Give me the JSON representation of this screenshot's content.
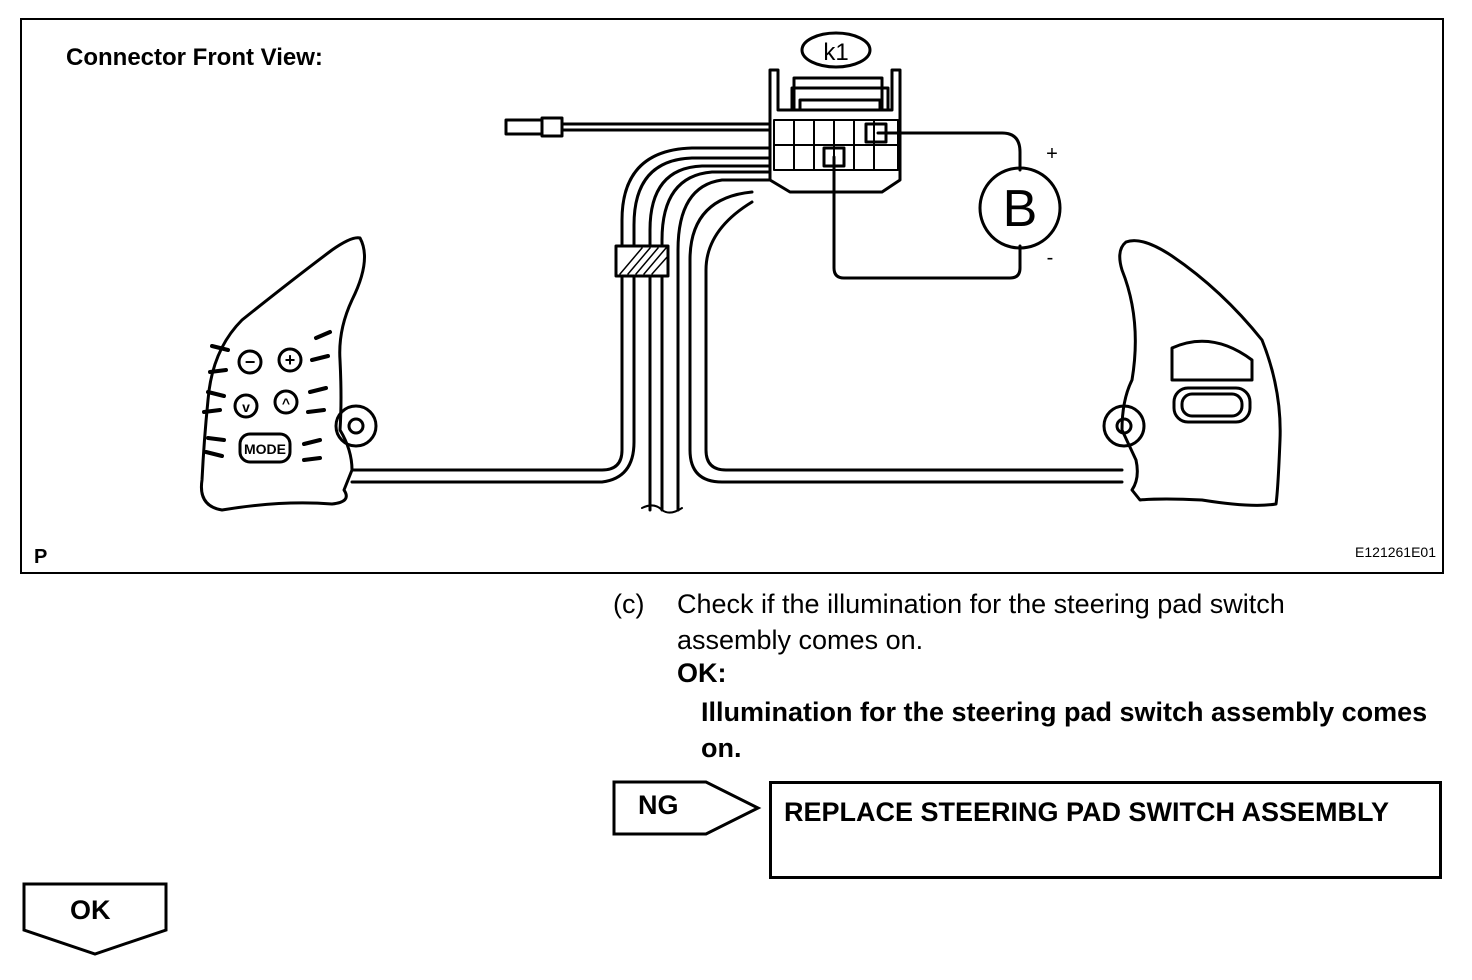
{
  "figure": {
    "title": "Connector Front View:",
    "connector_label": "k1",
    "battery_symbol": "B",
    "polarity_plus": "+",
    "polarity_minus": "-",
    "left_switch_mode_label": "MODE",
    "corner_code": "P",
    "figure_id": "E121261E01"
  },
  "step": {
    "letter": "(c)",
    "text": "Check if the illumination for the steering pad switch assembly comes on.",
    "ok_heading": "OK:",
    "ok_text": "Illumination for the steering pad switch assembly comes on."
  },
  "ng_branch": {
    "label": "NG",
    "action": "REPLACE STEERING PAD SWITCH ASSEMBLY"
  },
  "ok_branch": {
    "label": "OK"
  }
}
